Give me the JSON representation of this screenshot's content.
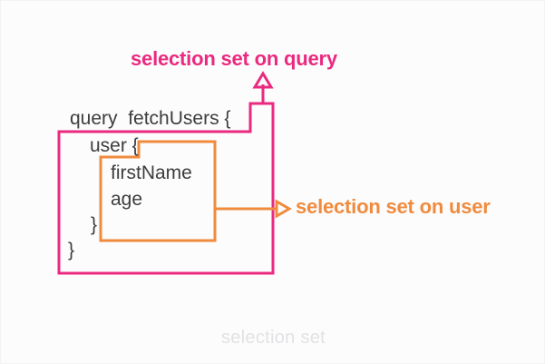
{
  "diagram": {
    "title_note": "GraphQL selection set annotation diagram",
    "background_color": "#fcfcfc",
    "labels": {
      "query_label": "selection set on query",
      "user_label": "selection set on user",
      "query_label_color": "#ea2a80",
      "user_label_color": "#f08b3e"
    },
    "code": {
      "text_color": "#3d3d3d",
      "lines": [
        "query  fetchUsers {",
        "user {",
        "firstName",
        "age",
        "}",
        "}"
      ]
    },
    "boxes": {
      "query_box": {
        "name": "query-selection-set-box",
        "color": "#ea2a80",
        "stroke_width": 3
      },
      "user_box": {
        "name": "user-selection-set-box",
        "color": "#f08b3e",
        "stroke_width": 3
      }
    },
    "arrows": {
      "query_arrow": {
        "name": "query-callout-arrow",
        "color": "#ea2a80",
        "direction": "up"
      },
      "user_arrow": {
        "name": "user-callout-arrow",
        "color": "#f08b3e",
        "direction": "right"
      }
    },
    "watermark": "selection set",
    "watermark_color": "#e2e2e4"
  }
}
